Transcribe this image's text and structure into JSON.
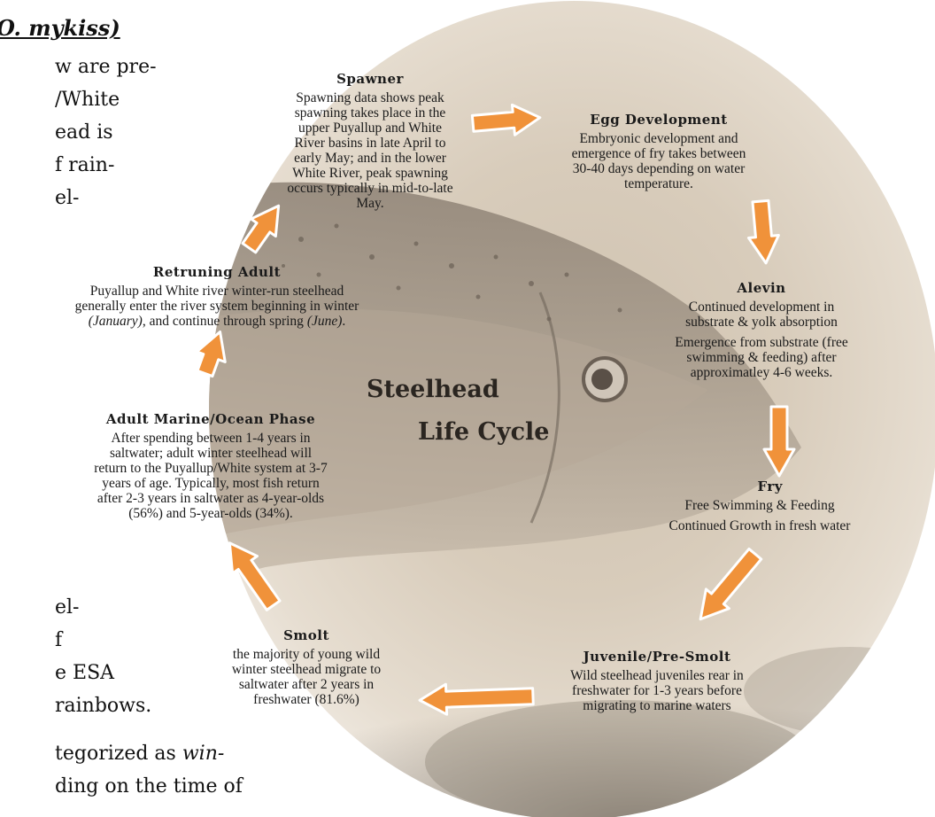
{
  "left_text": {
    "heading": "O. mykiss)",
    "lines": [
      "w are pre-",
      "/White",
      "ead is",
      "f rain-",
      "el-"
    ],
    "lower_lines": [
      "el-",
      "f",
      "e ESA",
      "rainbows."
    ],
    "bottom_line1_prefix": "tegorized as ",
    "bottom_line1_italic": "win-",
    "bottom_line2": "ding on the time of"
  },
  "diagram": {
    "title_line1": "Steelhead",
    "title_line2": "Life Cycle",
    "arrow_color": "#f0923a",
    "stages": {
      "spawner": {
        "heading": "Spawner",
        "body": [
          "Spawning data shows peak",
          "spawning takes place in the",
          "upper Puyallup and White",
          "River basins in late April to",
          "early May; and in the lower",
          "White River, peak spawning",
          "occurs typically in mid-to-late",
          "May."
        ]
      },
      "egg": {
        "heading": "Egg Development",
        "body": [
          "Embryonic development and",
          "emergence of fry takes between",
          "30-40 days depending on water",
          "temperature."
        ]
      },
      "alevin": {
        "heading": "Alevin",
        "body": [
          "Continued development in",
          "substrate & yolk absorption"
        ],
        "body2": [
          "Emergence from substrate (free",
          "swimming & feeding) after",
          "approximatley 4-6 weeks."
        ]
      },
      "fry": {
        "heading": "Fry",
        "body": [
          "Free Swimming & Feeding"
        ],
        "body2": [
          "Continued Growth in fresh water"
        ]
      },
      "juvenile": {
        "heading": "Juvenile/Pre-Smolt",
        "body": [
          "Wild steelhead juveniles rear in",
          "freshwater for 1-3 years before",
          "migrating to marine waters"
        ]
      },
      "smolt": {
        "heading": "Smolt",
        "body": [
          "the majority of young wild",
          "winter steelhead migrate to",
          "saltwater after 2 years in",
          "freshwater (81.6%)"
        ]
      },
      "marine": {
        "heading": "Adult Marine/Ocean Phase",
        "body": [
          "After spending between 1-4 years in",
          "saltwater; adult winter steelhead will",
          "return to the Puyallup/White system at 3-7",
          "years of age.  Typically, most fish return",
          "after 2-3 years in saltwater as 4-year-olds",
          "(56%) and 5-year-olds (34%)."
        ]
      },
      "returning": {
        "heading": "Retruning Adult",
        "body_line1": "Puyallup and White river winter-run steelhead",
        "body_line2": "generally enter the river system beginning in winter",
        "body_line3_italic_a": "(January)",
        "body_line3_mid": ", and continue through spring ",
        "body_line3_italic_b": "(June)",
        "body_line3_end": "."
      }
    }
  }
}
